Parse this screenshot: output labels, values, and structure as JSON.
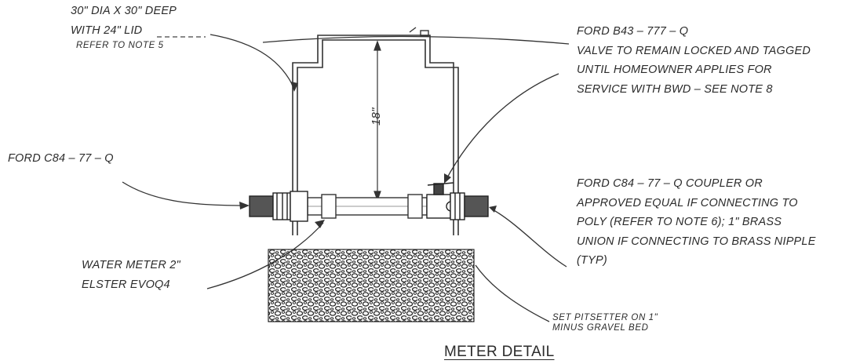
{
  "drawing": {
    "title": "METER DETAIL",
    "dimension_label": "18\"",
    "callouts": {
      "pit": [
        "30\" DIA X 30\" DEEP",
        "WITH 24\" LID",
        "REFER TO NOTE 5"
      ],
      "valve": [
        "FORD B43 – 777 – Q",
        "VALVE TO REMAIN LOCKED AND TAGGED",
        "UNTIL HOMEOWNER APPLIES FOR",
        "SERVICE WITH BWD – SEE NOTE 8"
      ],
      "left_coupler": [
        "FORD C84 – 77 – Q"
      ],
      "right_coupler": [
        "FORD C84 – 77 – Q COUPLER OR",
        "APPROVED EQUAL IF CONNECTING TO",
        "POLY (REFER TO NOTE 6); 1\" BRASS",
        "UNION IF CONNECTING TO BRASS NIPPLE",
        "(TYP)"
      ],
      "meter": [
        "WATER METER 2\"",
        "ELSTER EVOQ4"
      ],
      "gravel": [
        "SET PITSETTER ON 1\"",
        "MINUS GRAVEL BED"
      ]
    }
  }
}
